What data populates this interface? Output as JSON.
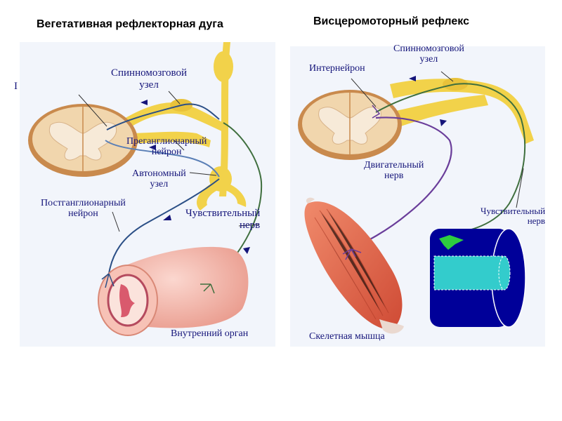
{
  "left_panel": {
    "title": "Вегетативная рефлекторная дуга",
    "edge_label": "I",
    "labels": {
      "ganglion_l1": "Спинномозговой",
      "ganglion_l2": "узел",
      "preganglionic_l1": "Преганглионарный",
      "preganglionic_l2": "нейрон",
      "autonomic_l1": "Автономный",
      "autonomic_l2": "узел",
      "postganglionic_l1": "Постганглионарный",
      "postganglionic_l2": "нейрон",
      "sensory_l1": "Чувствительный",
      "sensory_l2": "нерв",
      "organ": "Внутренний орган"
    }
  },
  "right_panel": {
    "title": "Висцеромоторный рефлекс",
    "labels": {
      "ganglion_l1": "Спинномозговой",
      "ganglion_l2": "узел",
      "interneuron": "Интернейрон",
      "motor_l1": "Двигательный",
      "motor_l2": "нерв",
      "sensory_l1": "Чувствительный",
      "sensory_l2": "нерв",
      "muscle": "Скелетная мышца"
    }
  },
  "colors": {
    "label_text": "#15157a",
    "nerve_yellow": "#f2d24a",
    "cord_tissue": "#f1d6ad",
    "cord_outer": "#c98a4d",
    "grey_matter": "#f7ead8",
    "neuron_blue": "#2b4f86",
    "neuron_green": "#3f6f3e",
    "neuron_purple": "#6a3d9a",
    "organ_pink": "#f2b3a8",
    "muscle_red": "#e0664b",
    "tube_navy": "#000099",
    "tube_cyan": "#33cccc"
  },
  "icons": {
    "arrow": "direction-arrow-icon"
  }
}
